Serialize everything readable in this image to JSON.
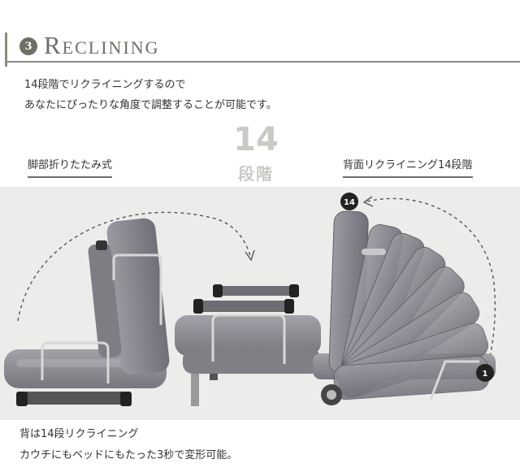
{
  "section": {
    "number": "3",
    "title": "Reclining"
  },
  "intro": {
    "line1": "14段階でリクライニングするので",
    "line2": "あなたにぴったりな角度で調整することが可能です。"
  },
  "steps": {
    "count": "14",
    "unit": "段階"
  },
  "labels": {
    "left": "脚部折りたたみ式",
    "right": "背面リクライニング14段階"
  },
  "badges": {
    "top": "14",
    "bottom": "1"
  },
  "caption": {
    "line1": "背は14段リクライニング",
    "line2": "カウチにもベッドにもたった3秒で変形可能。"
  },
  "colors": {
    "accent": "#6f6f68",
    "fabric": "#8d8d94",
    "background_photo": "#ececeb",
    "numeral": "#c9c9c6"
  }
}
